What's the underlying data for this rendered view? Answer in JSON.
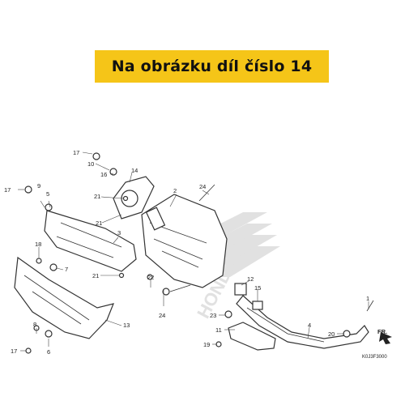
{
  "banner": {
    "text": "Na obrázku díl číslo 14"
  },
  "diagram_code": "K0J3F3000",
  "direction_label": "FR.",
  "watermark_text": "HONDA",
  "callouts": [
    {
      "id": "c17a",
      "label": "17"
    },
    {
      "id": "c10",
      "label": "10"
    },
    {
      "id": "c16",
      "label": "16"
    },
    {
      "id": "c14",
      "label": "14"
    },
    {
      "id": "c17b",
      "label": "17"
    },
    {
      "id": "c9",
      "label": "9"
    },
    {
      "id": "c5",
      "label": "5"
    },
    {
      "id": "c21a",
      "label": "21"
    },
    {
      "id": "c21b",
      "label": "21"
    },
    {
      "id": "c2",
      "label": "2"
    },
    {
      "id": "c24a",
      "label": "24"
    },
    {
      "id": "c3",
      "label": "3"
    },
    {
      "id": "c18",
      "label": "18"
    },
    {
      "id": "c7",
      "label": "7"
    },
    {
      "id": "c21c",
      "label": "21"
    },
    {
      "id": "c22",
      "label": "22"
    },
    {
      "id": "c24b",
      "label": "24"
    },
    {
      "id": "c12",
      "label": "12"
    },
    {
      "id": "c15",
      "label": "15"
    },
    {
      "id": "c23",
      "label": "23"
    },
    {
      "id": "c1",
      "label": "1"
    },
    {
      "id": "c13",
      "label": "13"
    },
    {
      "id": "c8",
      "label": "8"
    },
    {
      "id": "c6",
      "label": "6"
    },
    {
      "id": "c17c",
      "label": "17"
    },
    {
      "id": "c11",
      "label": "11"
    },
    {
      "id": "c19",
      "label": "19"
    },
    {
      "id": "c4",
      "label": "4"
    },
    {
      "id": "c20",
      "label": "20"
    }
  ]
}
